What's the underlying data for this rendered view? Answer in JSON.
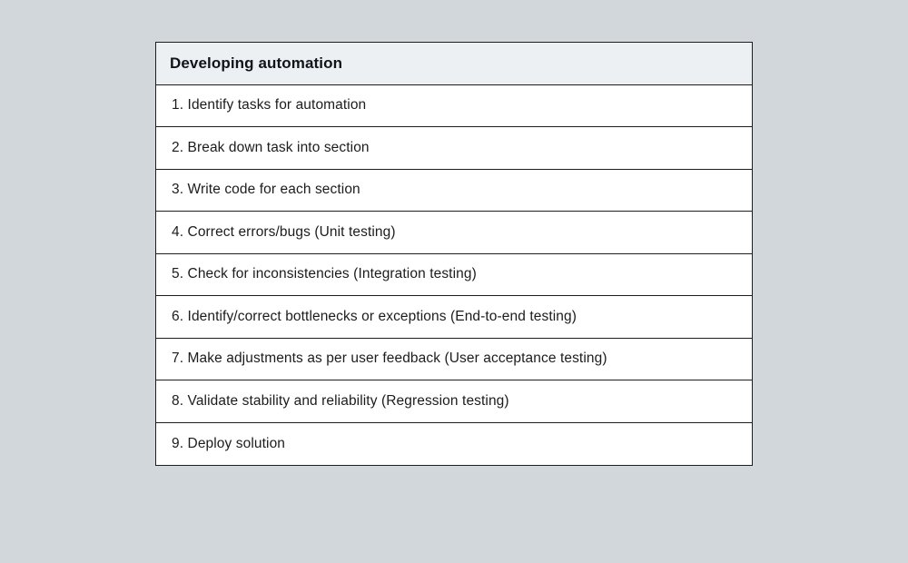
{
  "page": {
    "background_color": "#d2d7db"
  },
  "table": {
    "title": "Developing automation",
    "header_background_color": "#edf0f2",
    "row_background_color": "#ffffff",
    "border_color": "#1e1e1e",
    "rows": [
      "1. Identify tasks for automation",
      "2. Break down task into section",
      "3. Write code for each section",
      "4. Correct errors/bugs (Unit testing)",
      "5. Check for inconsistencies (Integration testing)",
      "6. Identify/correct bottlenecks or exceptions (End-to-end testing)",
      "7. Make adjustments as per user feedback (User acceptance testing)",
      "8. Validate stability and reliability (Regression testing)",
      "9. Deploy solution"
    ]
  }
}
